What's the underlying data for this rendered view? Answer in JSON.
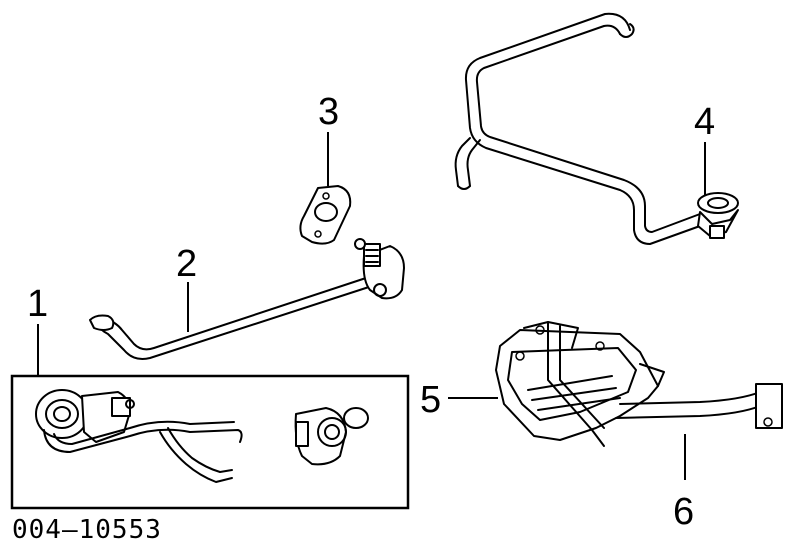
{
  "callouts": [
    {
      "id": "1",
      "label": "1"
    },
    {
      "id": "2",
      "label": "2"
    },
    {
      "id": "3",
      "label": "3"
    },
    {
      "id": "4",
      "label": "4"
    },
    {
      "id": "5",
      "label": "5"
    },
    {
      "id": "6",
      "label": "6"
    }
  ],
  "part_code": "004–10553"
}
